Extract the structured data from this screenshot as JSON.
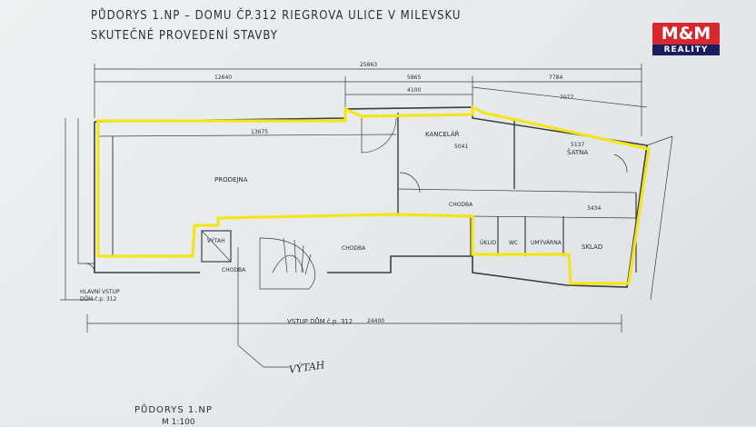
{
  "title_line1": "PŮDORYS 1.NP  –  DOMU ČP.312 RIEGROVA ULICE V MILEVSKU",
  "title_line2": "SKUTEČNÉ PROVEDENÍ STAVBY",
  "logo": {
    "top": "M&M",
    "bottom": "REALITY"
  },
  "rooms": {
    "prodejna": "PRODEJNA",
    "kancelar": "KANCELÁŘ",
    "satna": "ŠATNA",
    "chodba_upper": "CHODBA",
    "chodba_mid": "CHODBA",
    "chodba_left": "CHODBA",
    "vytah_box": "VÝTAH",
    "uklid": "ÚKLID",
    "wc": "WC",
    "umyvarna": "UMÝVÁRNA",
    "sklad": "SKLAD"
  },
  "entrance_main": {
    "line1": "HLAVNÍ VSTUP",
    "line2": "DŮM č.p. 312"
  },
  "entrance_bottom": "VSTUP DŮM č.p. 312",
  "dimensions": {
    "overall": "25863",
    "left_seg": "12640",
    "mid_seg": "5865",
    "right_seg": "7784",
    "sub_a": "4100",
    "sub_b": "7077",
    "prodejna_w": "13675",
    "kanc_w": "5041",
    "satna_w": "5137",
    "chodba_w": "3434",
    "bottom_w": "24400"
  },
  "handwritten_vytah": "VÝTAH",
  "bottom_title": "PŮDORYS 1.NP",
  "bottom_scale": "M 1:100",
  "colors": {
    "highlight": "#f2e61a",
    "ink": "#2a2d33",
    "brand_red": "#d8282f",
    "brand_navy": "#1a1d5e"
  }
}
